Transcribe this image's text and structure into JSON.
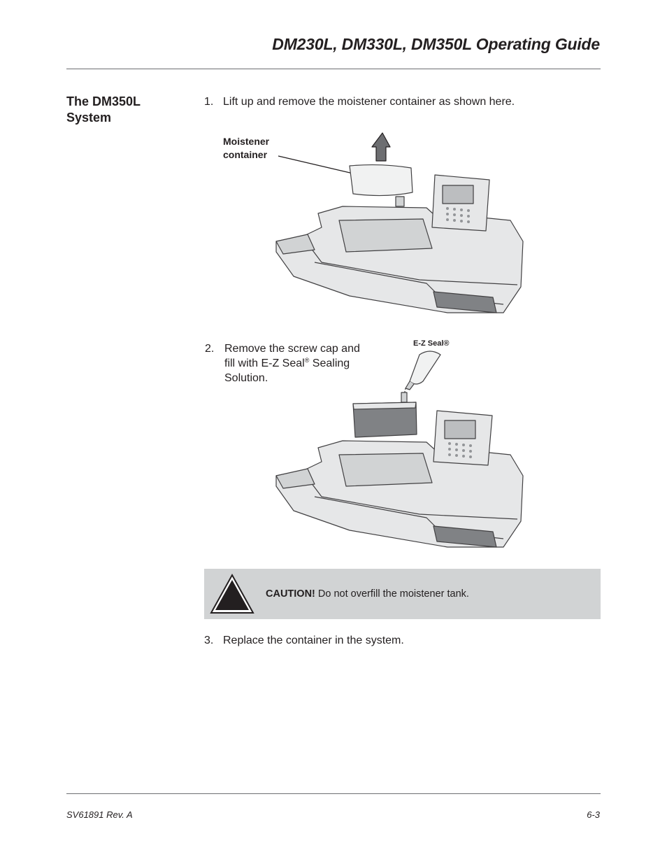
{
  "header": {
    "title": "DM230L, DM330L, DM350L Operating Guide"
  },
  "section": {
    "title": "The DM350L System"
  },
  "steps": [
    {
      "number": "1.",
      "text": "Lift up and remove the moistener container as shown here."
    },
    {
      "number": "2.",
      "text_before_mark": "Remove the screw cap and fill with E-Z Seal",
      "mark": "®",
      "text_after_mark": " Sealing Solution."
    },
    {
      "number": "3.",
      "text": "Replace the container in the system."
    }
  ],
  "figure1": {
    "callout_line1": "Moistener",
    "callout_line2": "container"
  },
  "figure2": {
    "bottle_label": "E-Z Seal®"
  },
  "caution": {
    "label": "CAUTION!",
    "text": " Do not overfill the moistener tank.",
    "icon": "warning-triangle-icon"
  },
  "footer": {
    "doc_id": "SV61891 Rev. A",
    "page_number": "6-3"
  },
  "colors": {
    "text": "#231f20",
    "rule": "#6d6e71",
    "caution_bg": "#d1d3d4",
    "machine_fill": "#e6e7e8",
    "machine_stroke": "#414042"
  }
}
